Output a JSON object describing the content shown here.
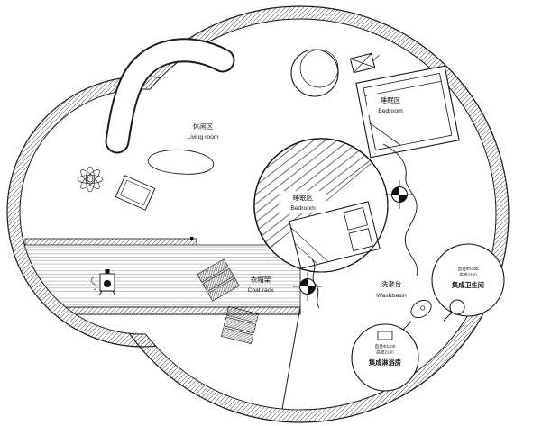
{
  "labels": {
    "living_room_zh": "休闲区",
    "living_room_en": "Living room",
    "bedroom_upper_zh": "睡眠区",
    "bedroom_upper_en": "Bedroom",
    "bedroom_center_zh": "睡眠区",
    "bedroom_center_en": "Bedroom",
    "coat_rack_zh": "衣帽架",
    "coat_rack_en": "Coat rack",
    "washbasin_zh": "洗漱台",
    "washbasin_en": "Washbasin",
    "bathroom_pod_spec1": "直径Φ1100",
    "bathroom_pod_spec2": "高度2100",
    "bathroom_pod_label": "集成卫生间",
    "shower_pod_spec1": "直径Φ1100",
    "shower_pod_spec2": "高度2100",
    "shower_pod_label": "集成淋浴房"
  },
  "colors": {
    "line": "#1a1a1a",
    "background": "#ffffff"
  }
}
